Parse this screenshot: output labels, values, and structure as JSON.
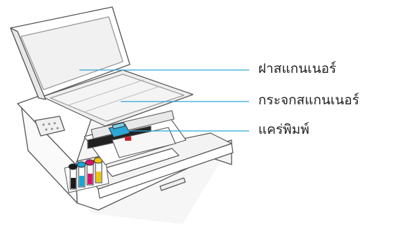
{
  "callouts": [
    {
      "id": "scanner-lid",
      "label": "ฝาสแกนเนอร์"
    },
    {
      "id": "scanner-glass",
      "label": "กระจกสแกนเนอร์"
    },
    {
      "id": "print-carriage",
      "label": "แคร่พิมพ์"
    }
  ],
  "colors": {
    "accent_blue": "#2aa8d8",
    "ink_black": "#1a1a1a",
    "ink_cyan": "#19a6d6",
    "ink_magenta": "#d6166e",
    "ink_yellow": "#f2c500",
    "outline": "#555555"
  }
}
